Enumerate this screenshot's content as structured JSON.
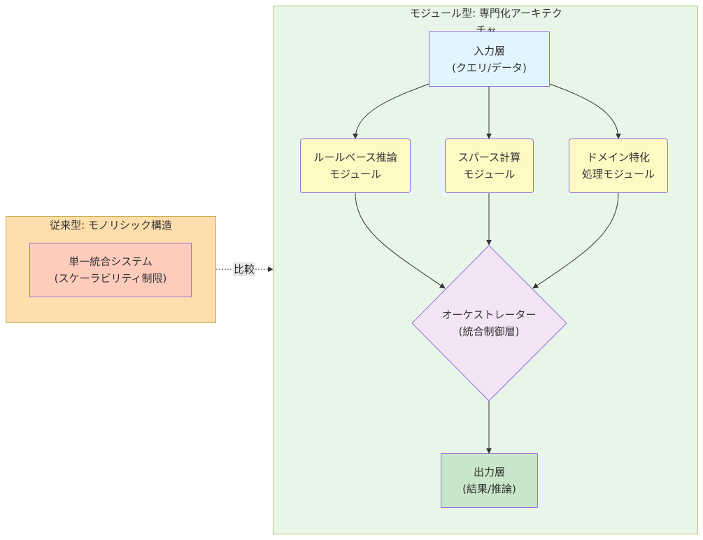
{
  "diagram": {
    "legacy_cluster": {
      "title": "従来型: モノリシック構造",
      "monolith": {
        "line1": "単一統合システム",
        "line2": "(スケーラビリティ制限)",
        "fill": "#ffccbc"
      }
    },
    "modular_cluster": {
      "title": "モジュール型: 専門化アーキテクチャ",
      "input": {
        "line1": "入力層",
        "line2": "(クエリ/データ)",
        "fill": "#e1f5fe"
      },
      "rule_module": {
        "line1": "ルールベース推論",
        "line2": "モジュール",
        "fill": "#fff9c4"
      },
      "sparse_module": {
        "line1": "スパース計算",
        "line2": "モジュール",
        "fill": "#fff9c4"
      },
      "domain_module": {
        "line1": "ドメイン特化",
        "line2": "処理モジュール",
        "fill": "#fff9c4"
      },
      "orchestrator": {
        "line1": "オーケストレーター",
        "line2": "(統合制御層)",
        "fill": "#f3e5f5"
      },
      "output": {
        "line1": "出力層",
        "line2": "(結果/推論)",
        "fill": "#c8e6c9"
      }
    },
    "compare_edge": {
      "label": "比較"
    },
    "colors": {
      "legacy_bg": "#ffdead",
      "modular_bg": "#e8f5e9",
      "node_border": "#9370db",
      "edge": "#333333"
    }
  }
}
